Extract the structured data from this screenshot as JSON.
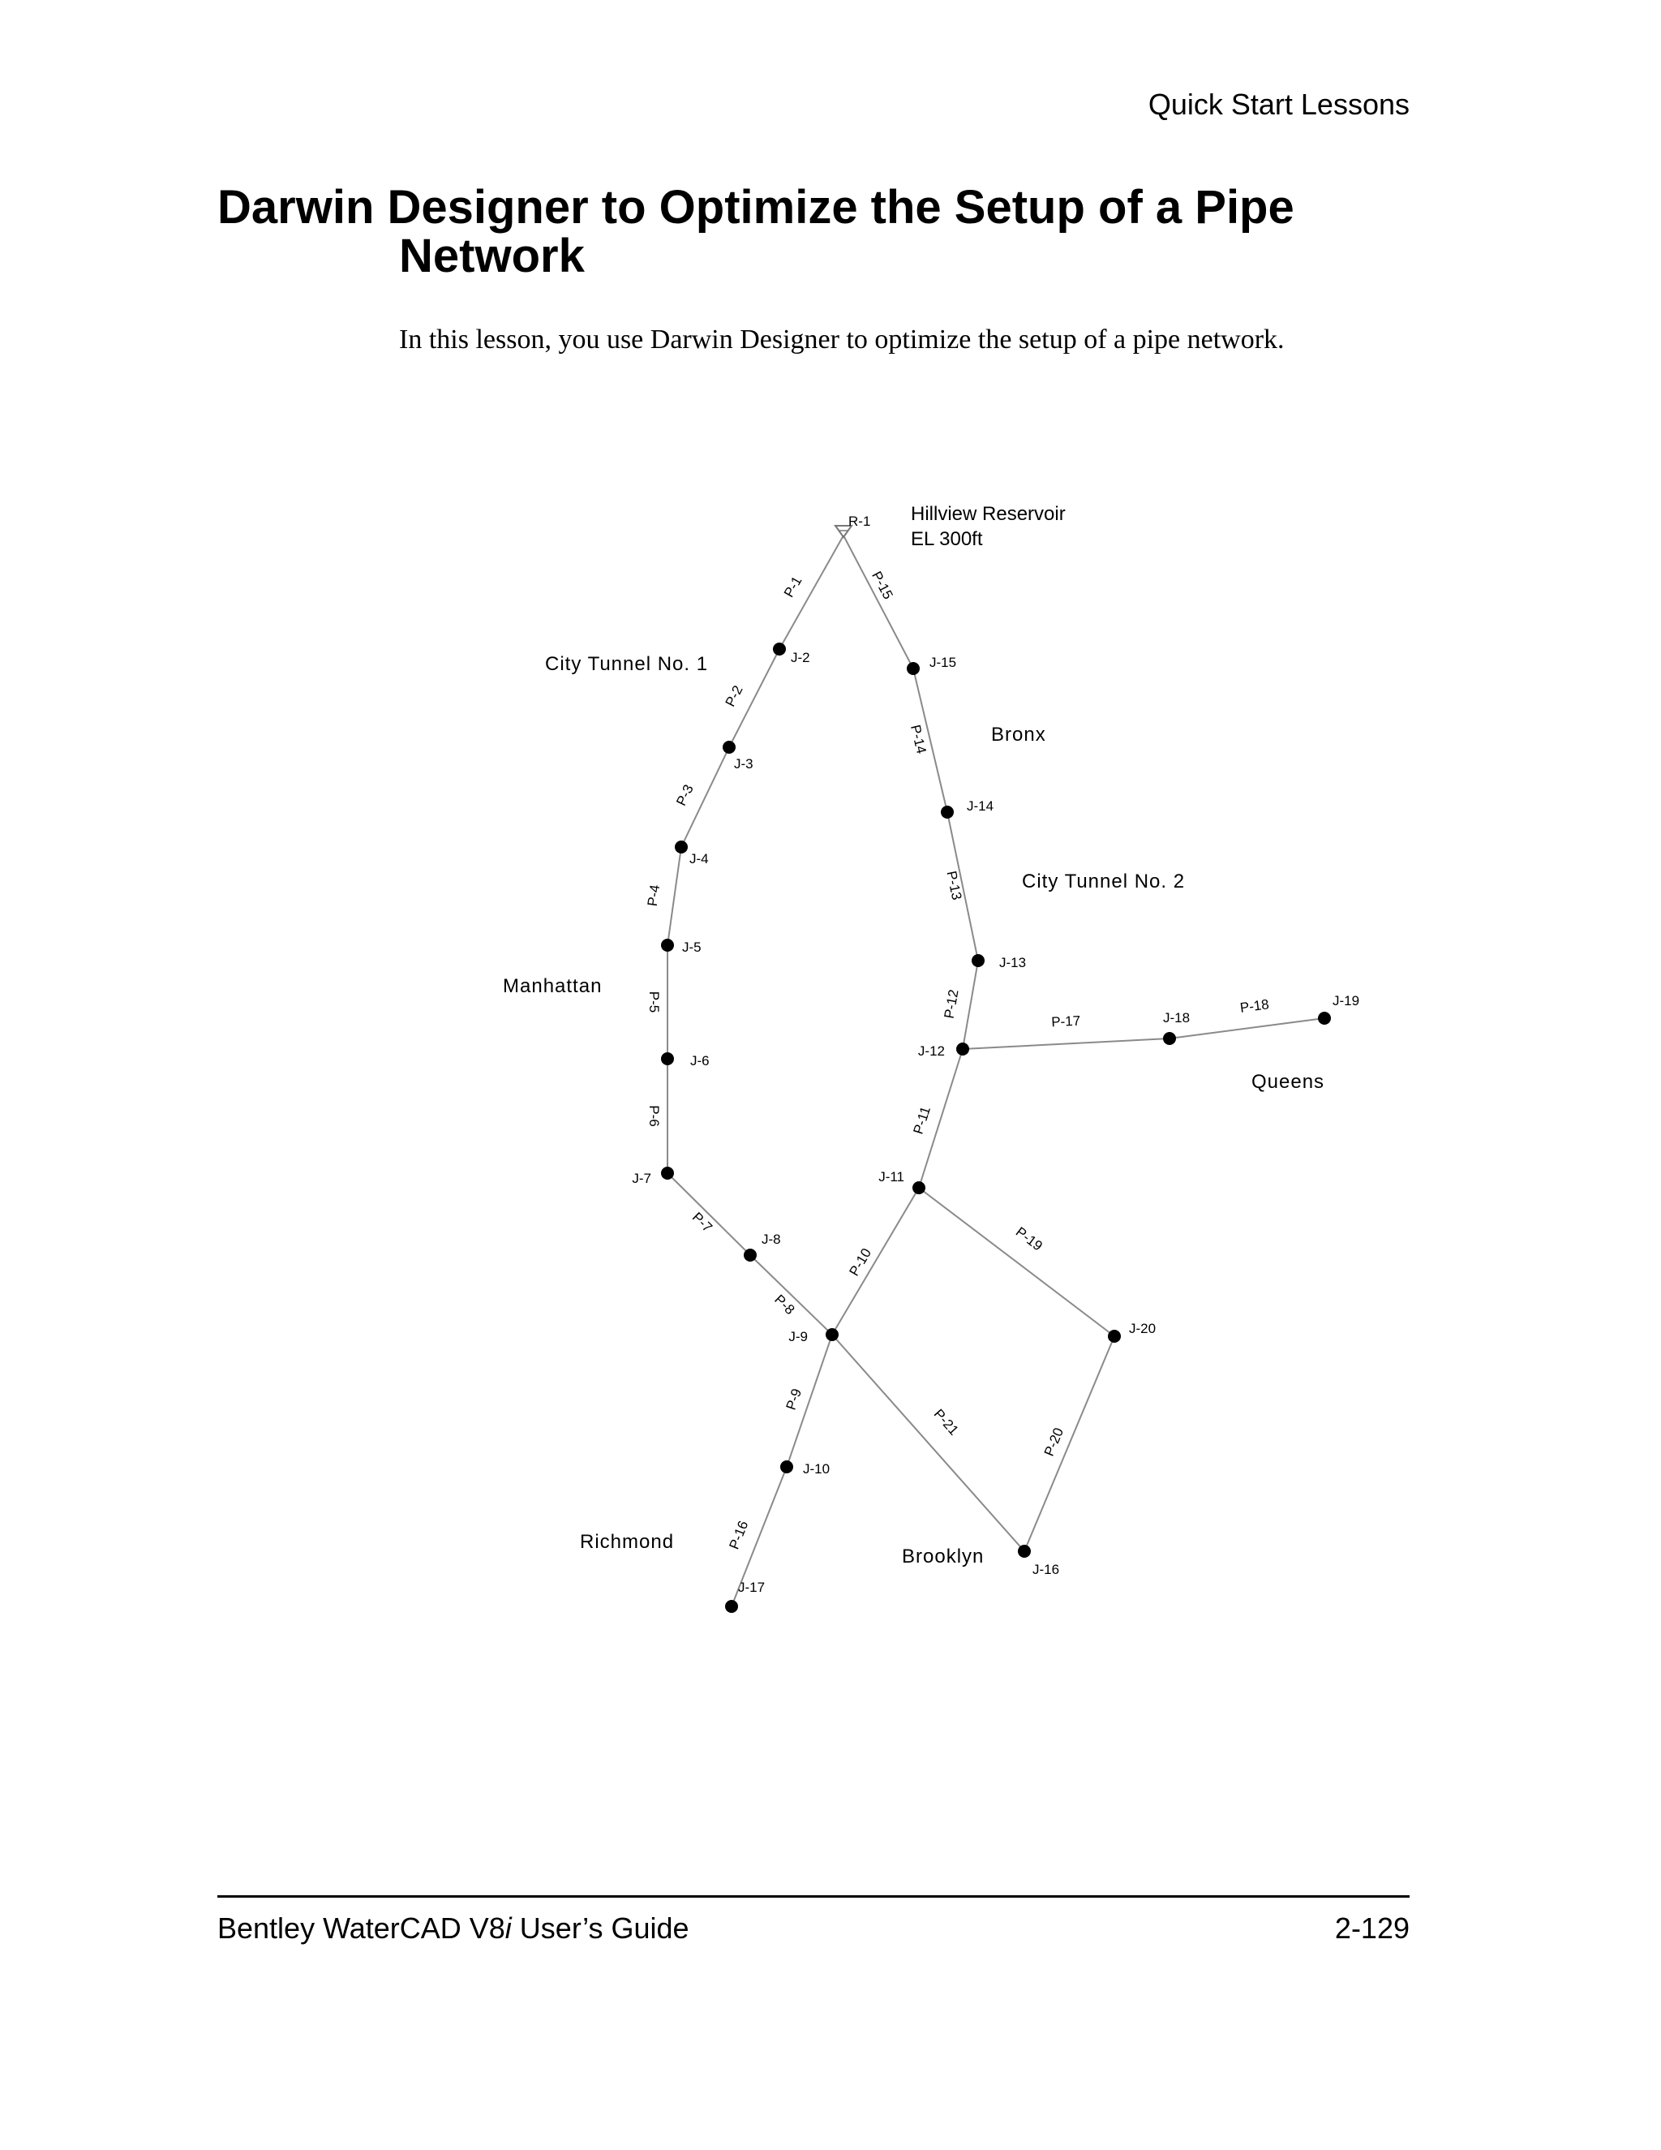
{
  "header": {
    "section": "Quick Start Lessons"
  },
  "title": {
    "line1": "Darwin Designer to Optimize the Setup of a Pipe",
    "line2": "Network"
  },
  "intro": "In this lesson, you use Darwin Designer to optimize the setup of a pipe network.",
  "network": {
    "reservoir": {
      "id": "R-1",
      "name": "Hillview Reservoir",
      "elevation": "EL 300ft"
    },
    "junctions": [
      "J-2",
      "J-3",
      "J-4",
      "J-5",
      "J-6",
      "J-7",
      "J-8",
      "J-9",
      "J-10",
      "J-11",
      "J-12",
      "J-13",
      "J-14",
      "J-15",
      "J-16",
      "J-17",
      "J-18",
      "J-19",
      "J-20"
    ],
    "pipes": [
      {
        "id": "P-1",
        "from": "R-1",
        "to": "J-2"
      },
      {
        "id": "P-2",
        "from": "J-2",
        "to": "J-3"
      },
      {
        "id": "P-3",
        "from": "J-3",
        "to": "J-4"
      },
      {
        "id": "P-4",
        "from": "J-4",
        "to": "J-5"
      },
      {
        "id": "P-5",
        "from": "J-5",
        "to": "J-6"
      },
      {
        "id": "P-6",
        "from": "J-6",
        "to": "J-7"
      },
      {
        "id": "P-7",
        "from": "J-7",
        "to": "J-8"
      },
      {
        "id": "P-8",
        "from": "J-8",
        "to": "J-9"
      },
      {
        "id": "P-9",
        "from": "J-9",
        "to": "J-10"
      },
      {
        "id": "P-10",
        "from": "J-9",
        "to": "J-11"
      },
      {
        "id": "P-11",
        "from": "J-11",
        "to": "J-12"
      },
      {
        "id": "P-12",
        "from": "J-12",
        "to": "J-13"
      },
      {
        "id": "P-13",
        "from": "J-13",
        "to": "J-14"
      },
      {
        "id": "P-14",
        "from": "J-14",
        "to": "J-15"
      },
      {
        "id": "P-15",
        "from": "R-1",
        "to": "J-15"
      },
      {
        "id": "P-16",
        "from": "J-10",
        "to": "J-17"
      },
      {
        "id": "P-17",
        "from": "J-12",
        "to": "J-18"
      },
      {
        "id": "P-18",
        "from": "J-18",
        "to": "J-19"
      },
      {
        "id": "P-19",
        "from": "J-11",
        "to": "J-20"
      },
      {
        "id": "P-20",
        "from": "J-20",
        "to": "J-16"
      },
      {
        "id": "P-21",
        "from": "J-9",
        "to": "J-16"
      }
    ],
    "areas": [
      "City Tunnel No. 1",
      "Bronx",
      "City Tunnel No. 2",
      "Manhattan",
      "Queens",
      "Richmond",
      "Brooklyn"
    ]
  },
  "footer": {
    "title_prefix": "Bentley WaterCAD V8",
    "title_italic": "i",
    "title_suffix": " User’s Guide",
    "page": "2-129"
  }
}
